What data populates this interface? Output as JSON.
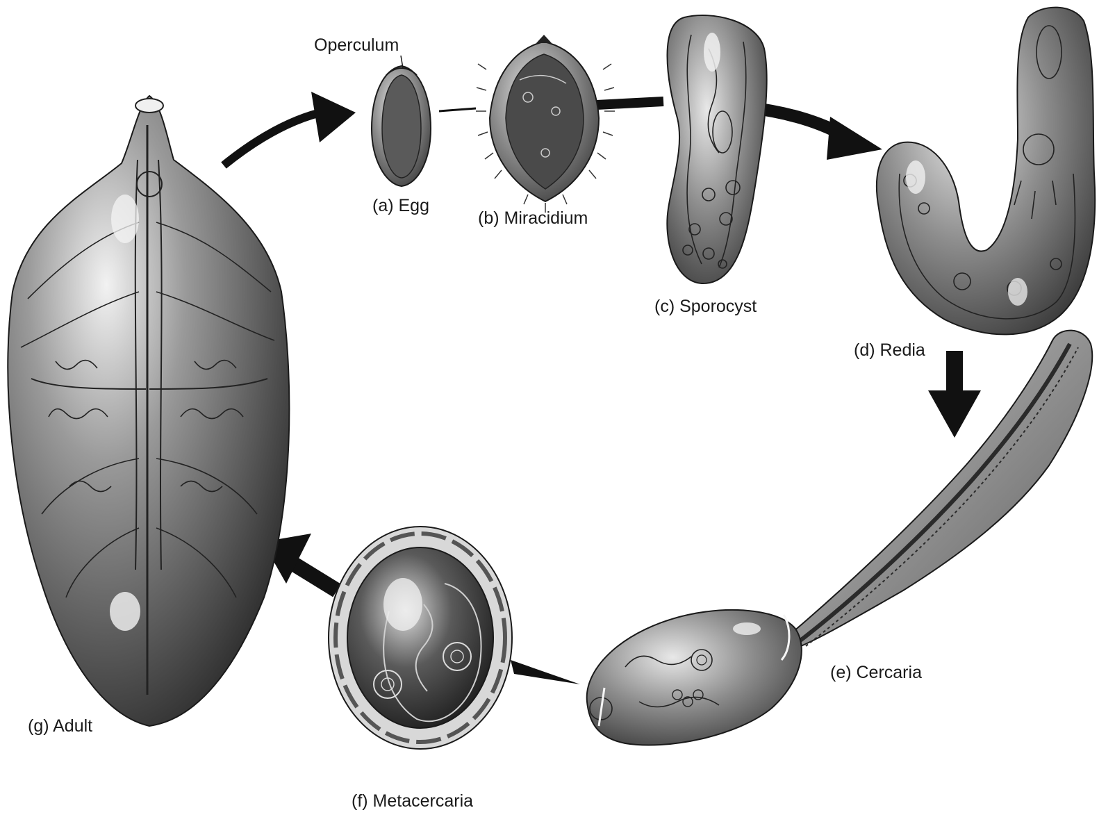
{
  "labels": {
    "operculum": "Operculum",
    "egg": "(a) Egg",
    "miracidium": "(b) Miracidium",
    "sporocyst": "(c) Sporocyst",
    "redia": "(d) Redia",
    "cercaria": "(e) Cercaria",
    "metacercaria": "(f) Metacercaria",
    "adult": "(g) Adult"
  },
  "colors": {
    "background": "#ffffff",
    "ink": "#1a1a1a",
    "body_dark": "#3a3a3a",
    "body_mid": "#8a8a8a",
    "body_light": "#e6e6e6"
  }
}
